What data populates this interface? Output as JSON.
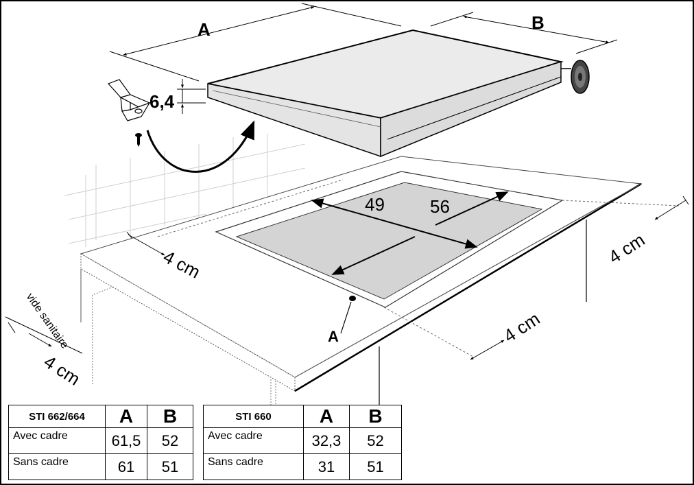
{
  "dimensions": {
    "label_A": "A",
    "label_B": "B",
    "thickness": "6,4",
    "cutout_depth": "49",
    "cutout_width": "56",
    "clearance_back": "4 cm",
    "clearance_left": "4 cm",
    "clearance_front": "4 cm",
    "clearance_bottom": "4 cm",
    "vide_sanitaire": "vide sanitaire",
    "point_A": "A"
  },
  "tables": [
    {
      "model": "STI 662/664",
      "col_a": "A",
      "col_b": "B",
      "rows": [
        {
          "label": "Avec cadre",
          "a": "61,5",
          "b": "52"
        },
        {
          "label": "Sans cadre",
          "a": "61",
          "b": "51"
        }
      ]
    },
    {
      "model": "STI 660",
      "col_a": "A",
      "col_b": "B",
      "rows": [
        {
          "label": "Avec cadre",
          "a": "32,3",
          "b": "52"
        },
        {
          "label": "Sans cadre",
          "a": "31",
          "b": "51"
        }
      ]
    }
  ]
}
